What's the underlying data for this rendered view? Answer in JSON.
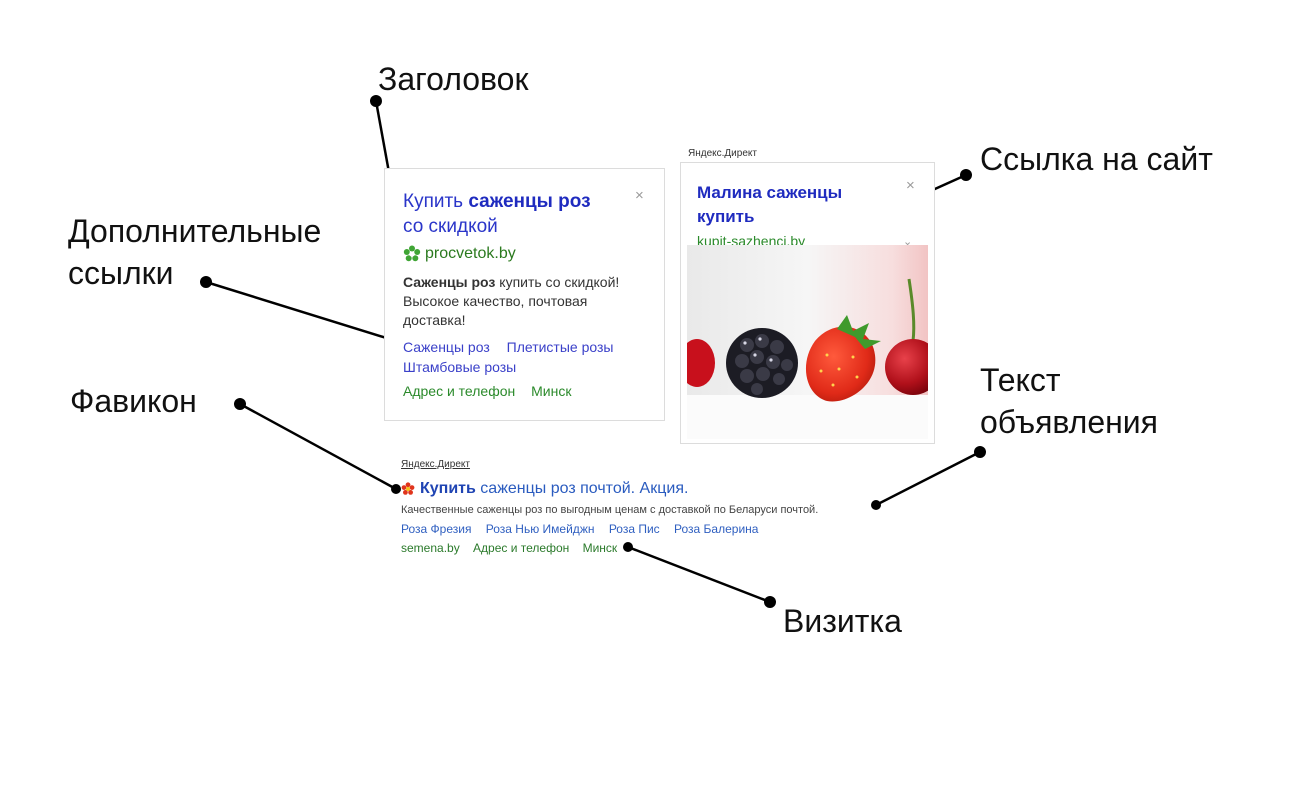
{
  "callouts": {
    "title": "Заголовок",
    "sitelinks_line1": "Дополнительные",
    "sitelinks_line2": "ссылки",
    "favicon": "Фавикон",
    "site_link": "Ссылка на сайт",
    "ad_text_line1": "Текст",
    "ad_text_line2": "объявления",
    "vcard": "Визитка"
  },
  "ad1": {
    "title_plain": "Купить ",
    "title_bold": "саженцы роз",
    "title_tail": "со скидкой",
    "domain": "procvetok.by",
    "body_bold": "Саженцы роз",
    "body_rest": " купить со скидкой! Высокое качество, почтовая доставка!",
    "sitelinks": [
      "Саженцы роз",
      "Плетистые розы",
      "Штамбовые розы"
    ],
    "contact": [
      "Адрес и телефон",
      "Минск"
    ],
    "close_icon": "×",
    "favicon_icon": "flower-icon",
    "favicon_color": "#3fa535"
  },
  "ad2": {
    "label": "Яндекс.Директ",
    "title": "Малина саженцы купить",
    "domain": "kupit-sazhenci.by",
    "close_icon": "×",
    "chevron_icon": "⌄"
  },
  "ad3": {
    "label": "Яндекс.Директ",
    "title_bold": "Купить",
    "title_rest": " саженцы роз почтой. Акция.",
    "body": "Качественные саженцы роз по выгодным ценам с доставкой по Беларуси почтой.",
    "sitelinks": [
      "Роза Фрезия",
      "Роза Нью Имейджн",
      "Роза Пис",
      "Роза Балерина"
    ],
    "contact": [
      "semena.by",
      "Адрес и телефон",
      "Минск"
    ],
    "favicon_icon": "flower-icon",
    "favicon_color": "#e0341c"
  },
  "colors": {
    "title_blue": "#1f2bbf",
    "domain_green": "#2b8a2b",
    "leader": "#000000"
  }
}
